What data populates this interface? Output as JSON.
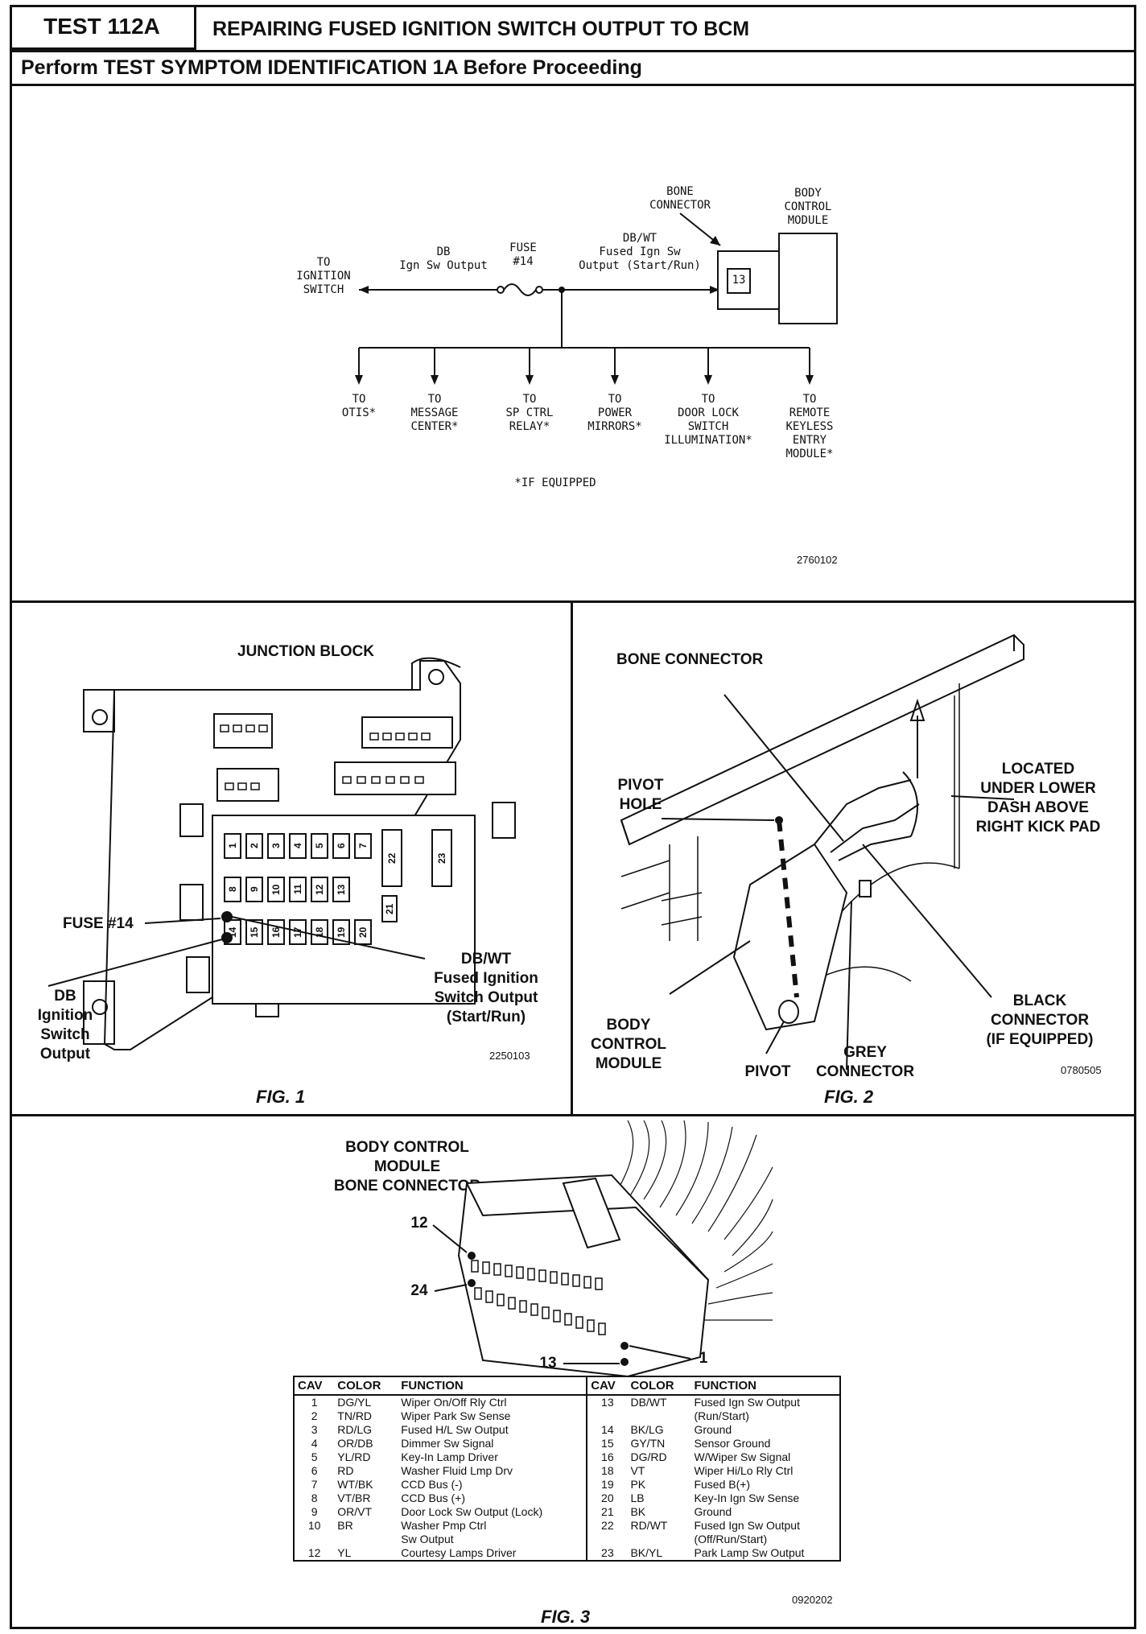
{
  "header": {
    "test_id": "TEST 112A",
    "title": "REPAIRING FUSED IGNITION SWITCH OUTPUT TO BCM",
    "instruction": "Perform TEST SYMPTOM IDENTIFICATION 1A Before Proceeding"
  },
  "schematic": {
    "bone_connector": "BONE\nCONNECTOR",
    "bcm": "BODY\nCONTROL\nMODULE",
    "to_ignition": "TO\nIGNITION\nSWITCH",
    "db_wire": "DB\nIgn Sw Output",
    "fuse": "FUSE\n#14",
    "dbwt_wire": "DB/WT\nFused Ign Sw\nOutput (Start/Run)",
    "cavity": "13",
    "branches": [
      "TO\nOTIS*",
      "TO\nMESSAGE\nCENTER*",
      "TO\nSP CTRL\nRELAY*",
      "TO\nPOWER\nMIRRORS*",
      "TO\nDOOR LOCK\nSWITCH\nILLUMINATION*",
      "TO\nREMOTE\nKEYLESS\nENTRY\nMODULE*"
    ],
    "note": "*IF EQUIPPED",
    "code": "2760102"
  },
  "fig1": {
    "title": "JUNCTION BLOCK",
    "fuse_label": "FUSE #14",
    "db_label": "DB\nIgnition\nSwitch\nOutput",
    "dbwt_label": "DB/WT\nFused Ignition\nSwitch Output\n(Start/Run)",
    "fuse_numbers_row1": [
      "1",
      "2",
      "3",
      "4",
      "5",
      "6",
      "7"
    ],
    "fuse_numbers_row2": [
      "8",
      "9",
      "10",
      "11",
      "12",
      "13"
    ],
    "fuse_numbers_row3": [
      "14",
      "15",
      "16",
      "17",
      "18",
      "19",
      "20"
    ],
    "fuse_numbers_other": [
      "22",
      "23",
      "21"
    ],
    "code": "2250103",
    "caption": "FIG. 1"
  },
  "fig2": {
    "bone_connector": "BONE CONNECTOR",
    "pivot_hole": "PIVOT\nHOLE",
    "located": "LOCATED\nUNDER LOWER\nDASH ABOVE\nRIGHT KICK PAD",
    "bcm": "BODY\nCONTROL\nMODULE",
    "pivot": "PIVOT",
    "grey": "GREY\nCONNECTOR",
    "black": "BLACK\nCONNECTOR\n(IF EQUIPPED)",
    "code": "0780505",
    "caption": "FIG. 2"
  },
  "fig3": {
    "title": "BODY CONTROL\nMODULE\nBONE CONNECTOR",
    "pin_12": "12",
    "pin_24": "24",
    "pin_13": "13",
    "pin_1": "1",
    "headers": [
      "CAV",
      "COLOR",
      "FUNCTION",
      "CAV",
      "COLOR",
      "FUNCTION"
    ],
    "left_rows": [
      {
        "cav": "1",
        "color": "DG/YL",
        "function": "Wiper On/Off Rly Ctrl"
      },
      {
        "cav": "2",
        "color": "TN/RD",
        "function": "Wiper Park Sw Sense"
      },
      {
        "cav": "3",
        "color": "RD/LG",
        "function": "Fused H/L Sw Output"
      },
      {
        "cav": "4",
        "color": "OR/DB",
        "function": "Dimmer Sw Signal"
      },
      {
        "cav": "5",
        "color": "YL/RD",
        "function": "Key-In Lamp Driver"
      },
      {
        "cav": "6",
        "color": "RD",
        "function": "Washer Fluid Lmp Drv"
      },
      {
        "cav": "7",
        "color": "WT/BK",
        "function": "CCD Bus (-)"
      },
      {
        "cav": "8",
        "color": "VT/BR",
        "function": "CCD Bus (+)"
      },
      {
        "cav": "9",
        "color": "OR/VT",
        "function": "Door Lock Sw Output (Lock)"
      },
      {
        "cav": "10",
        "color": "BR",
        "function": "Washer Pmp Ctrl"
      },
      {
        "cav": "",
        "color": "",
        "function": "Sw Output"
      },
      {
        "cav": "12",
        "color": "YL",
        "function": "Courtesy Lamps Driver"
      }
    ],
    "right_rows": [
      {
        "cav": "13",
        "color": "DB/WT",
        "function": "Fused Ign Sw Output"
      },
      {
        "cav": "",
        "color": "",
        "function": "(Run/Start)"
      },
      {
        "cav": "14",
        "color": "BK/LG",
        "function": "Ground"
      },
      {
        "cav": "15",
        "color": "GY/TN",
        "function": "Sensor Ground"
      },
      {
        "cav": "16",
        "color": "DG/RD",
        "function": "W/Wiper Sw Signal"
      },
      {
        "cav": "18",
        "color": "VT",
        "function": "Wiper Hi/Lo Rly Ctrl"
      },
      {
        "cav": "19",
        "color": "PK",
        "function": "Fused B(+)"
      },
      {
        "cav": "20",
        "color": "LB",
        "function": "Key-In Ign Sw Sense"
      },
      {
        "cav": "21",
        "color": "BK",
        "function": "Ground"
      },
      {
        "cav": "22",
        "color": "RD/WT",
        "function": "Fused Ign Sw Output"
      },
      {
        "cav": "",
        "color": "",
        "function": "(Off/Run/Start)"
      },
      {
        "cav": "23",
        "color": "BK/YL",
        "function": "Park Lamp Sw Output"
      }
    ],
    "code": "0920202",
    "caption": "FIG. 3"
  }
}
